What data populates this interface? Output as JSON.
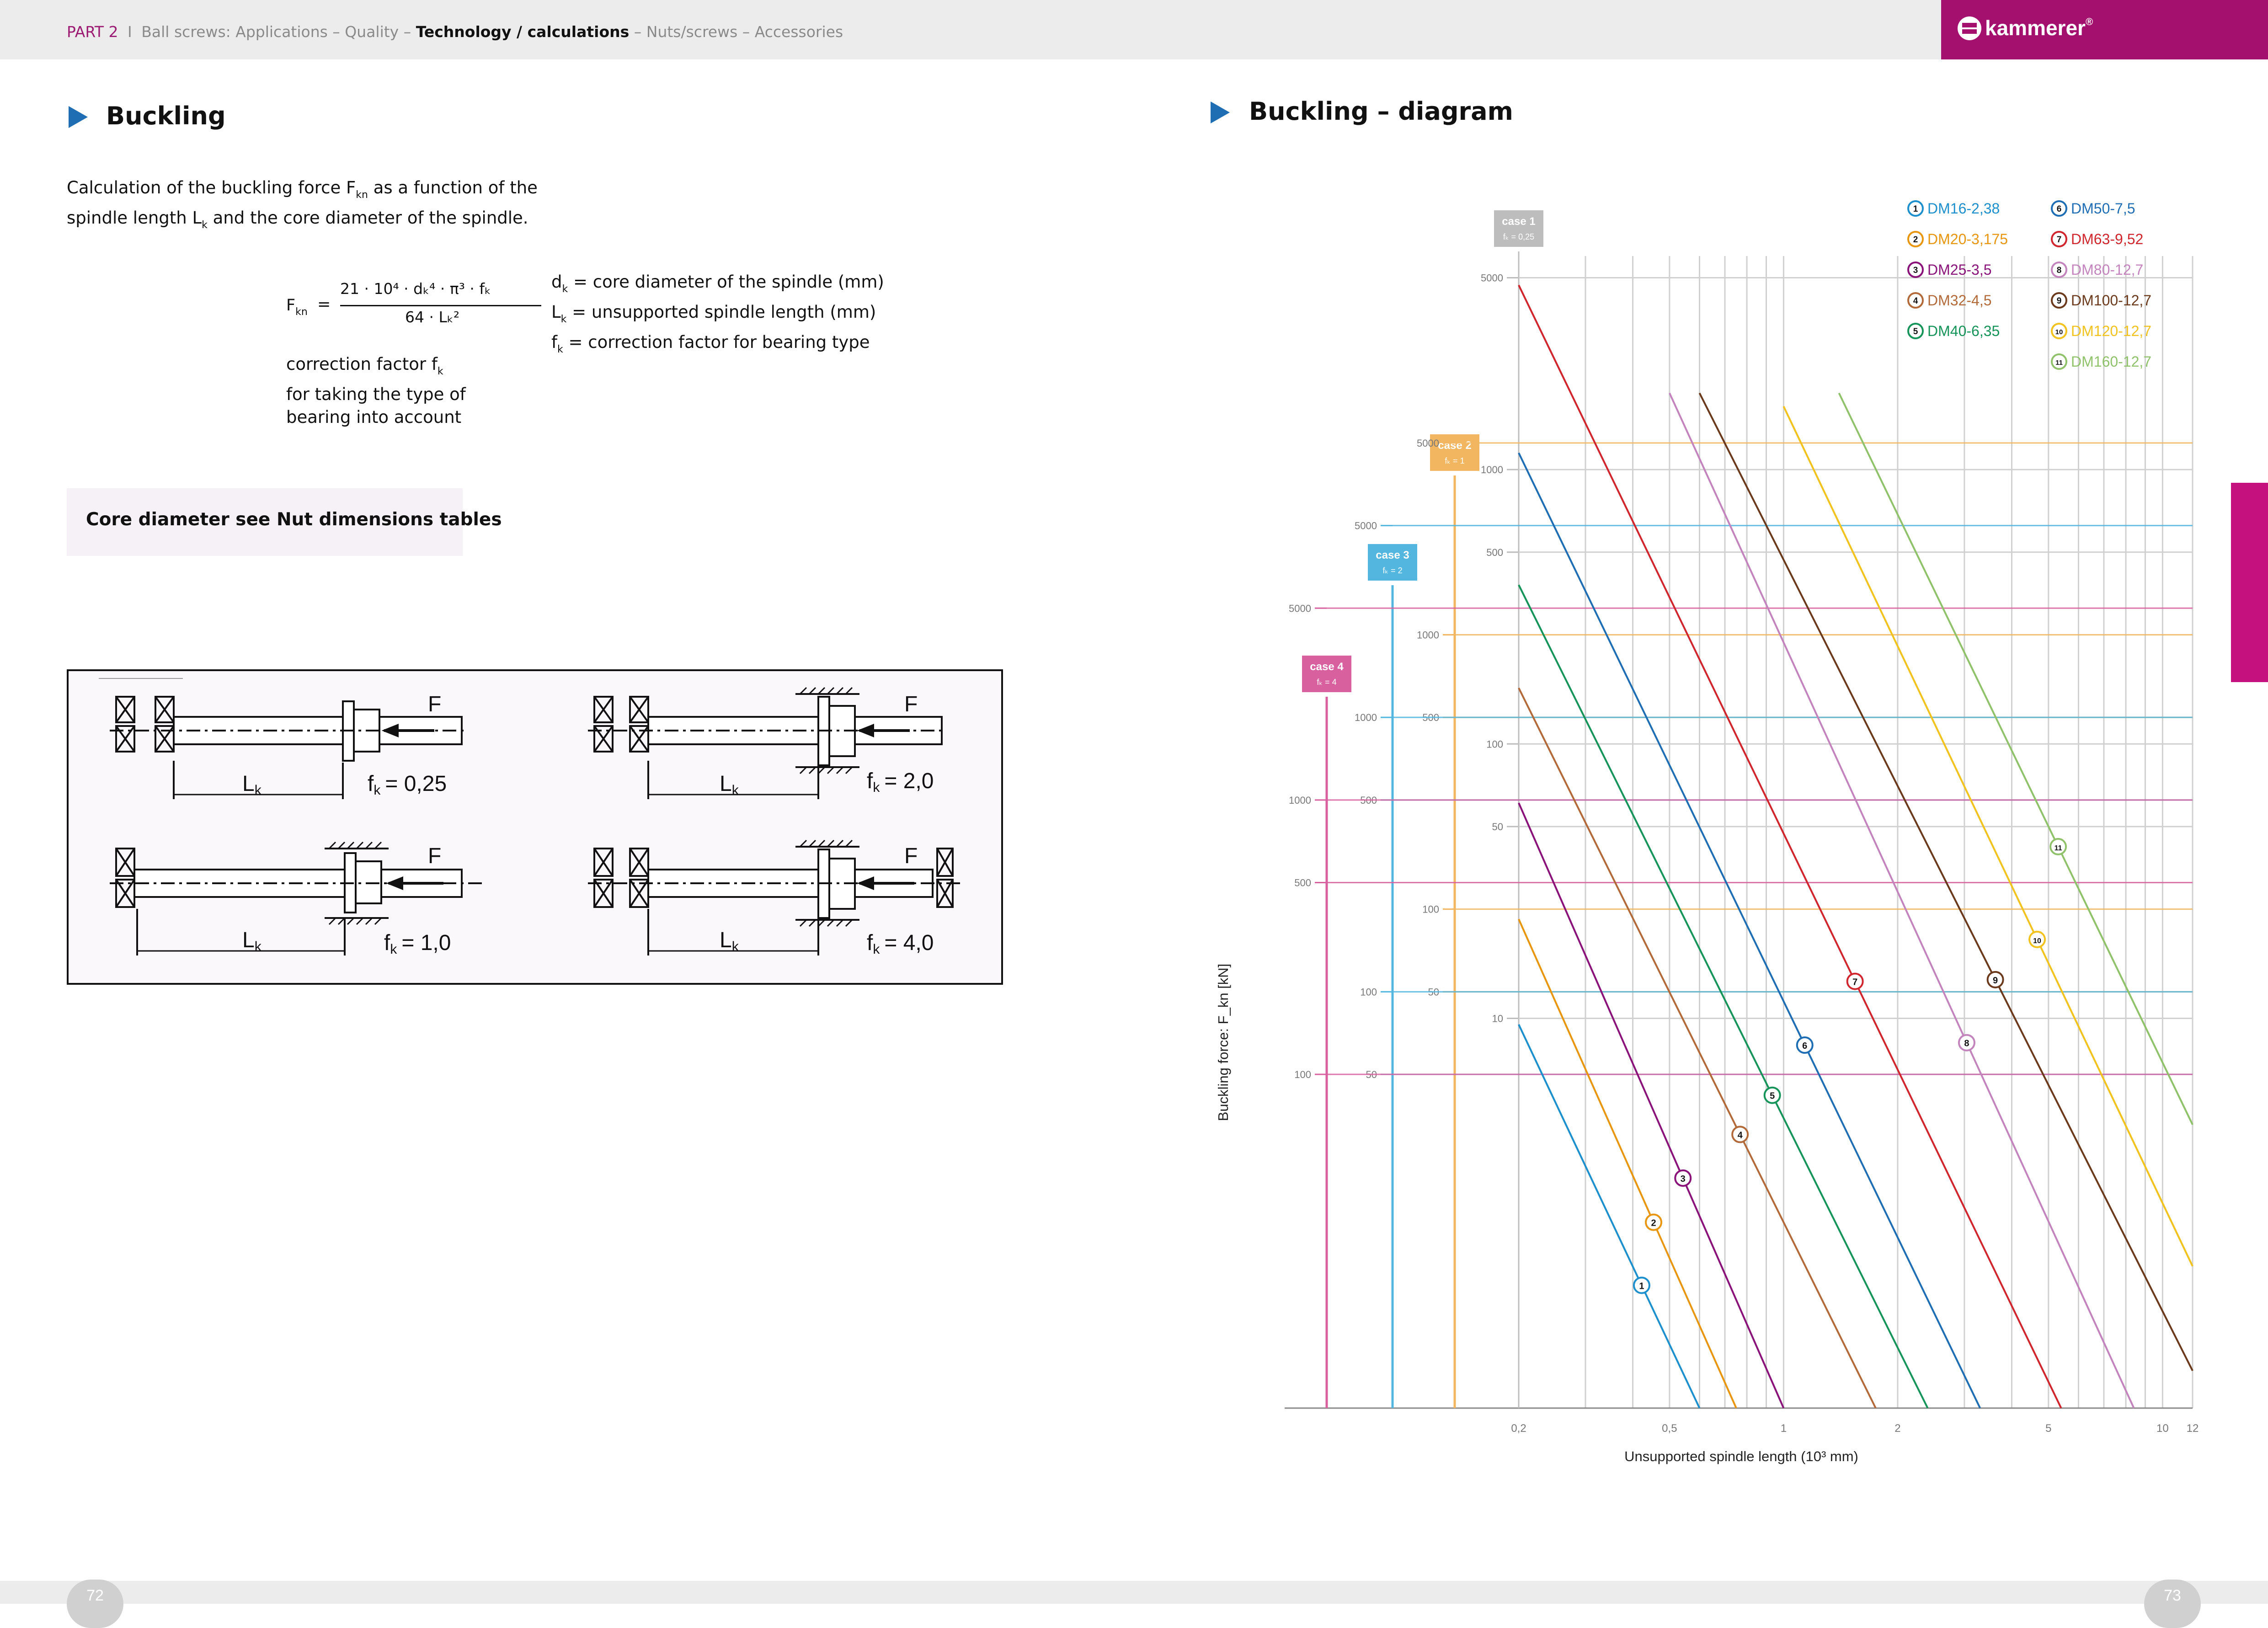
{
  "header": {
    "part": "PART 2",
    "separator": "I",
    "crumb_before": "Ball screws: Applications – Quality –",
    "crumb_current": "Technology / calculations",
    "crumb_after": "– Nuts/screws – Accessories",
    "brand": "kammerer",
    "brand_mark": "®"
  },
  "left": {
    "heading": "Buckling",
    "intro_1": "Calculation of the buckling force F",
    "intro_1_sub": "kn",
    "intro_2": " as a function of the",
    "intro_3": "spindle length L",
    "intro_3_sub": "k",
    "intro_4": " and the core diameter of the spindle.",
    "formula_lhs": "F",
    "formula_lhs_sub": "kn",
    "formula_eq": "=",
    "formula_num": "21 · 10⁴ · dₖ⁴ · π³ · fₖ",
    "formula_den": "64 · Lₖ²",
    "defs": [
      {
        "sym": "d",
        "sub": "k",
        "text": " = core diameter of the spindle (mm)"
      },
      {
        "sym": "L",
        "sub": "k",
        "text": " = unsupported spindle length (mm)"
      },
      {
        "sym": "f",
        "sub": "k",
        "text": " = correction factor for bearing type"
      }
    ],
    "correction_1": "correction factor f",
    "correction_1_sub": "k",
    "correction_2": "for taking the type of",
    "correction_3": "bearing into account",
    "note": "Core diameter see Nut dimensions tables",
    "cases": [
      {
        "force": "F",
        "length": "L",
        "length_sub": "k",
        "fk_sym": "f",
        "fk_sub": "k",
        "fk_value": "= 0,25"
      },
      {
        "force": "F",
        "length": "L",
        "length_sub": "k",
        "fk_sym": "f",
        "fk_sub": "k",
        "fk_value": "= 2,0"
      },
      {
        "force": "F",
        "length": "L",
        "length_sub": "k",
        "fk_sym": "f",
        "fk_sub": "k",
        "fk_value": "= 1,0"
      },
      {
        "force": "F",
        "length": "L",
        "length_sub": "k",
        "fk_sym": "f",
        "fk_sub": "k",
        "fk_value": "= 4,0"
      }
    ]
  },
  "right": {
    "heading": "Buckling – diagram"
  },
  "chart_data": {
    "type": "line",
    "title": "Buckling – diagram",
    "xlabel": "Unsupported spindle length (10³ mm)",
    "ylabel": "Buckling force: F_kn [kN]",
    "x_scale": "log",
    "xlim": [
      0.2,
      12
    ],
    "x_ticks": [
      "0,2",
      "0,5",
      "1",
      "2",
      "5",
      "10",
      "12"
    ],
    "y_scale": "log",
    "grid": true,
    "legend_position": "top-right",
    "cases": [
      {
        "label": "case 1",
        "fk": "fₖ = 0,25",
        "color": "#bdbdbd",
        "ticks": [
          "5000",
          "1000",
          "500",
          "100",
          "50",
          "10"
        ]
      },
      {
        "label": "case 2",
        "fk": "fₖ = 1",
        "color": "#f2b661",
        "ticks": [
          "5000",
          "1000",
          "500",
          "100",
          "50"
        ]
      },
      {
        "label": "case 3",
        "fk": "fₖ = 2",
        "color": "#52b6df",
        "ticks": [
          "5000",
          "1000",
          "500",
          "100",
          "50"
        ]
      },
      {
        "label": "case 4",
        "fk": "fₖ = 4",
        "color": "#d8609e",
        "ticks": [
          "5000",
          "1000",
          "500",
          "100"
        ]
      }
    ],
    "series": [
      {
        "id": "1",
        "name": "DM16-2,38",
        "color": "#1c8fcc",
        "x": [
          0.2,
          0.6
        ],
        "y": [
          9.5,
          0.38
        ]
      },
      {
        "id": "2",
        "name": "DM20-3,175",
        "color": "#e8960f",
        "x": [
          0.2,
          0.75
        ],
        "y": [
          23,
          0.38
        ]
      },
      {
        "id": "3",
        "name": "DM25-3,5",
        "color": "#8a137a",
        "x": [
          0.2,
          1.0
        ],
        "y": [
          61,
          0.38
        ]
      },
      {
        "id": "4",
        "name": "DM32-4,5",
        "color": "#b36a3a",
        "x": [
          0.2,
          1.75
        ],
        "y": [
          160,
          0.38
        ]
      },
      {
        "id": "5",
        "name": "DM40-6,35",
        "color": "#16945a",
        "x": [
          0.2,
          2.4
        ],
        "y": [
          380,
          0.38
        ]
      },
      {
        "id": "6",
        "name": "DM50-7,5",
        "color": "#1f6db3",
        "x": [
          0.2,
          3.3
        ],
        "y": [
          1150,
          0.38
        ]
      },
      {
        "id": "7",
        "name": "DM63-9,52",
        "color": "#d0262e",
        "x": [
          0.2,
          5.4
        ],
        "y": [
          4700,
          0.38
        ]
      },
      {
        "id": "8",
        "name": "DM80-12,7",
        "color": "#c384bd",
        "x": [
          0.5,
          8.4
        ],
        "y": [
          1900,
          0.38
        ]
      },
      {
        "id": "9",
        "name": "DM100-12,7",
        "color": "#6b3a1c",
        "x": [
          0.6,
          12
        ],
        "y": [
          1900,
          0.52
        ]
      },
      {
        "id": "10",
        "name": "DM120-12,7",
        "color": "#f2c21e",
        "x": [
          1.0,
          12
        ],
        "y": [
          1700,
          1.25
        ]
      },
      {
        "id": "11",
        "name": "DM160-12,7",
        "color": "#8fc26a",
        "x": [
          1.4,
          12
        ],
        "y": [
          1900,
          4.1
        ]
      }
    ]
  },
  "footer": {
    "page_left": "72",
    "page_right": "73"
  }
}
